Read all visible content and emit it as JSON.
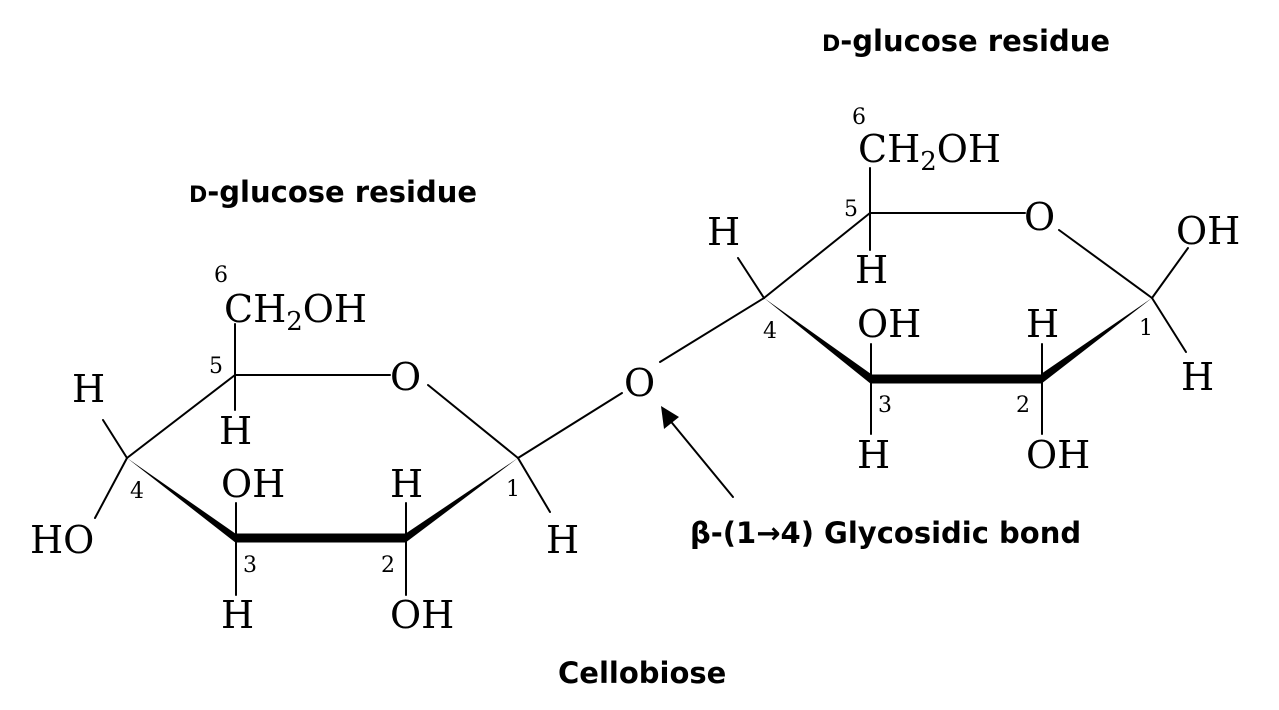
{
  "labels": {
    "left_residue": {
      "prefix": "D",
      "text": "-glucose residue"
    },
    "right_residue": {
      "prefix": "D",
      "text": "-glucose residue"
    },
    "bond_label": {
      "beta": "β",
      "text": "-(1→4) Glycosidic bond"
    },
    "molecule_name": "Cellobiose"
  },
  "atoms": {
    "H": "H",
    "OH": "OH",
    "HO": "HO",
    "O": "O",
    "CH": "CH",
    "CH_sub": "2",
    "CH_rest": "OH"
  },
  "carbon_numbers": [
    "1",
    "2",
    "3",
    "4",
    "5",
    "6"
  ]
}
